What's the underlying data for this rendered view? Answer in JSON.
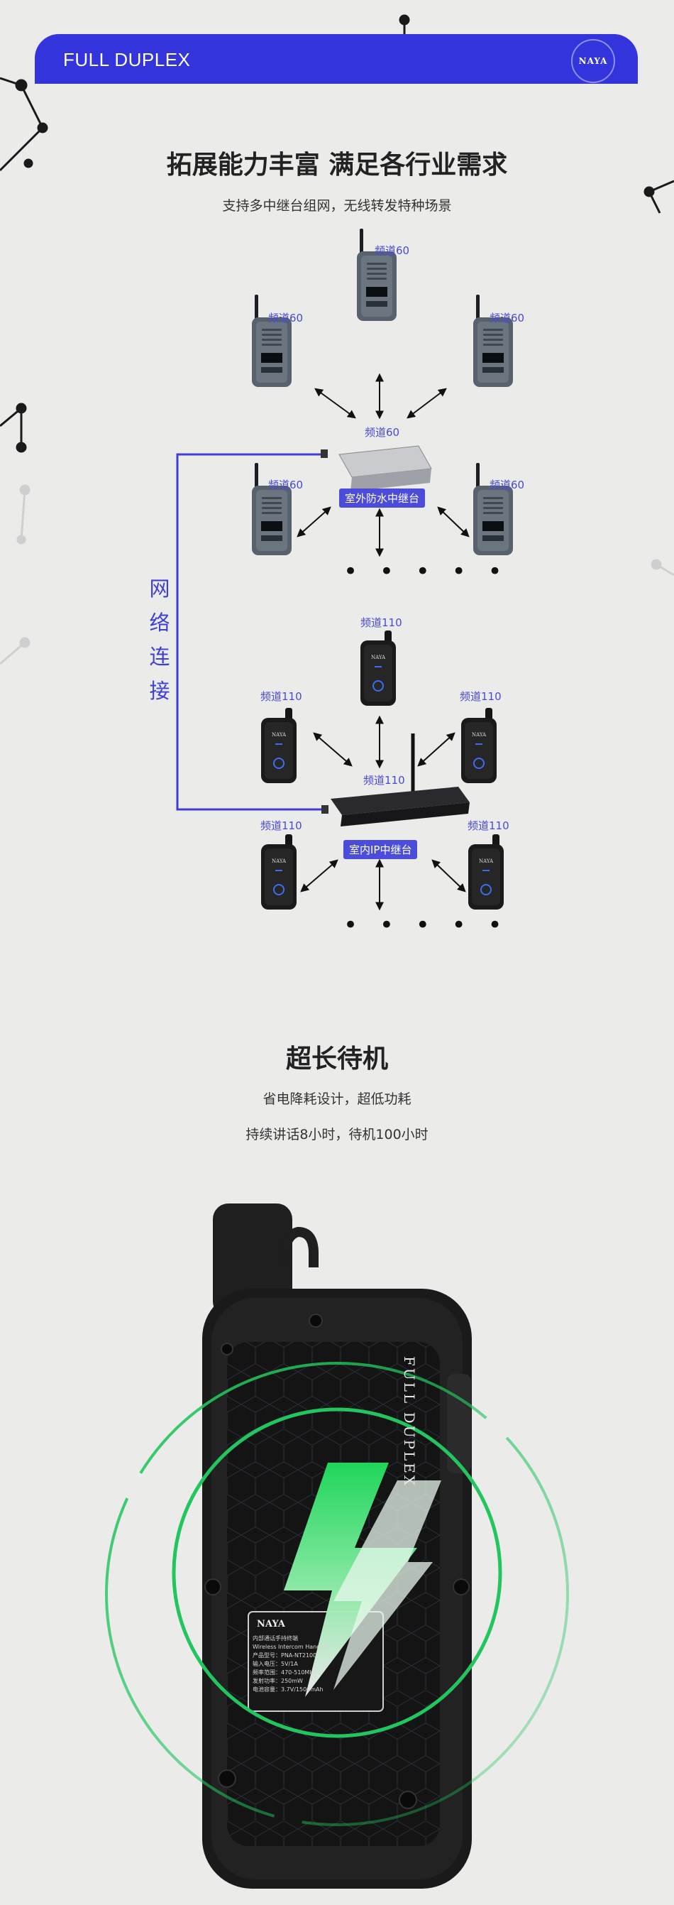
{
  "header": {
    "title": "FULL DUPLEX",
    "logo": "NAYA"
  },
  "section1": {
    "title": "拓展能力丰富 满足各行业需求",
    "subtitle": "支持多中继台组网，无线转发特种场景",
    "network_label": [
      "网",
      "络",
      "连",
      "接"
    ],
    "outdoor": {
      "radio_channel": "频道60",
      "repeater_channel": "频道60",
      "repeater_label": "室外防水中继台",
      "more": "• • • • •"
    },
    "indoor": {
      "radio_channel": "频道110",
      "repeater_channel": "频道110",
      "repeater_label": "室内IP中继台",
      "more": "• • • • •"
    }
  },
  "section2": {
    "title": "超长待机",
    "line1": "省电降耗设计，超低功耗",
    "line2": "持续讲话8小时，待机100小时",
    "device_back_text": "FULL DUPLEX",
    "device_logo": "NAYA",
    "label_lines": [
      "内部通话手持终端",
      "Wireless Intercom Handset",
      "产品型号：PNA-NT2100",
      "输入电压：5V/1A",
      "频率范围：470-510MHz",
      "发射功率：250mW",
      "电池容量：3.7V/1500mAh"
    ]
  },
  "colors": {
    "accent": "#3434dc",
    "background": "#ebebea",
    "battery_green": "#22c55e"
  }
}
